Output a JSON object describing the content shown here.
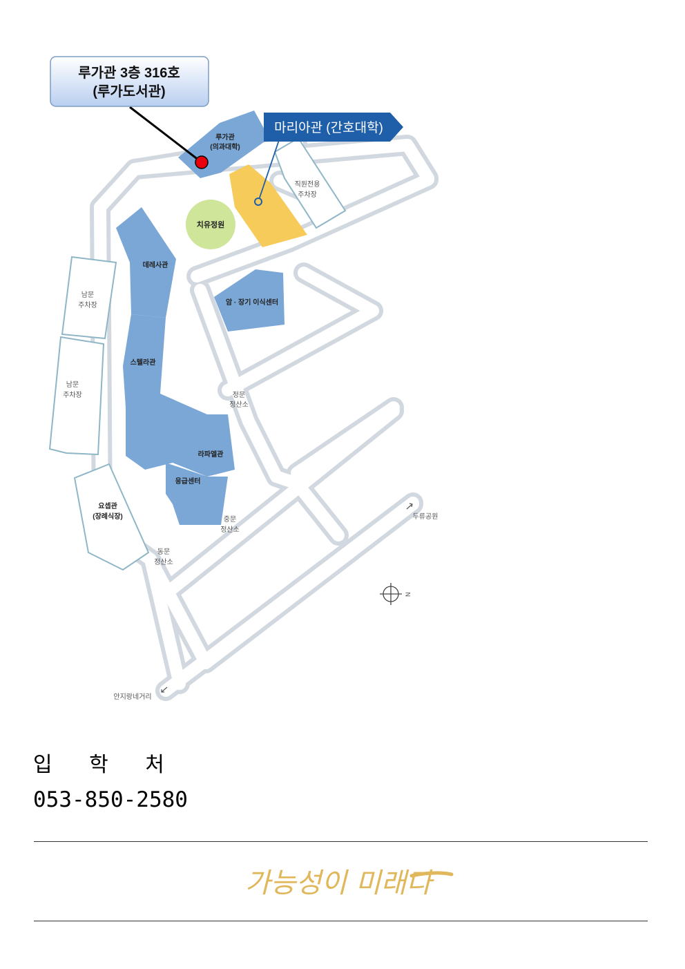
{
  "map": {
    "callout_location": {
      "line1": "루가관 3층 316호",
      "line2": "(루가도서관)"
    },
    "callout_building": "마리아관 (간호대학)",
    "buildings": {
      "luga": {
        "name": "루가관",
        "sub": "(의과대학)"
      },
      "maria": {
        "name": "마리아관"
      },
      "healing_garden": "치유정원",
      "staff_parking": {
        "line1": "직원전용",
        "line2": "주차장"
      },
      "teresa": "데레사관",
      "cancer_center": "암 · 장기 이식센터",
      "south_parking_1": {
        "line1": "남문",
        "line2": "주차장"
      },
      "south_parking_2": {
        "line1": "남문",
        "line2": "주차장"
      },
      "stella": "스텔라관",
      "raphael": "라파엘관",
      "emergency": "응급센터",
      "joseph": {
        "name": "요셉관",
        "sub": "(장례식장)"
      }
    },
    "gates": {
      "main": {
        "line1": "정문",
        "line2": "정산소"
      },
      "middle": {
        "line1": "중문",
        "line2": "정산소"
      },
      "east": {
        "line1": "동문",
        "line2": "정산소"
      }
    },
    "destinations": {
      "duryu": "두류공원",
      "anjirang": "안지랑네거리"
    },
    "compass": {
      "icon": "compass-icon",
      "letter": "N"
    },
    "colors": {
      "building_blue": "#7ba7d6",
      "building_gold": "#f6cb5a",
      "garden_green": "#cfe59a",
      "callout_navy": "#1f5ea8",
      "marker_red": "#e8000d"
    }
  },
  "contact": {
    "label": "입 학 처",
    "phone": "053-850-2580"
  },
  "footer": {
    "slogan": "가능성이 미래다"
  }
}
